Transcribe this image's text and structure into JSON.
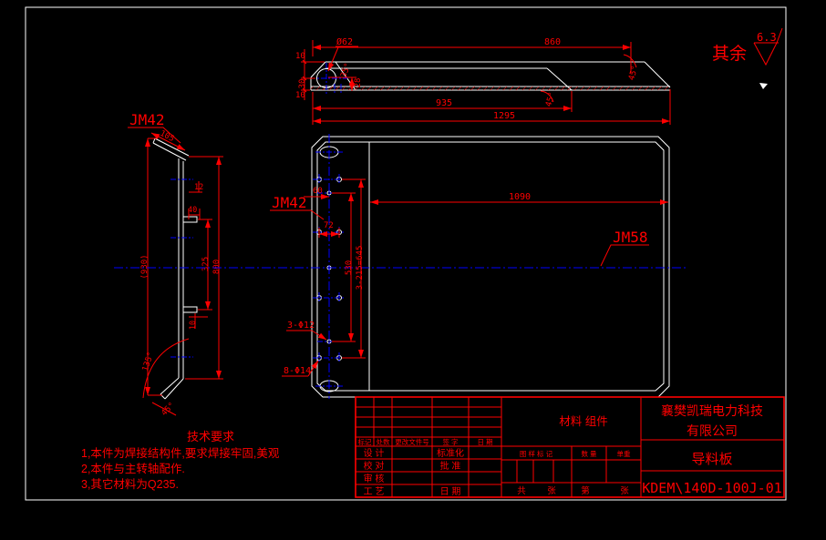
{
  "colors": {
    "bg": "#000000",
    "outline": "#ffffff",
    "dimension": "#ff0000",
    "centerline": "#0000ff"
  },
  "surface_note": {
    "prefix": "其余",
    "roughness": "6.3"
  },
  "top_view": {
    "dims": {
      "dia62": "Ø62",
      "d860": "860",
      "d935": "935",
      "d1295": "1295",
      "a35": "35°",
      "d28": "28",
      "d10a": "10",
      "d30": "30",
      "d10b": "10",
      "a45r": "45°",
      "a45m": "45°"
    }
  },
  "side_view": {
    "label": "JM42",
    "dims": {
      "d105": "105",
      "d12": "12",
      "d40": "40",
      "d10": "10",
      "d930": "(930)",
      "d325": "325",
      "d800": "800",
      "a135": "135°",
      "a45": "45°"
    }
  },
  "main_view": {
    "label_jm42": "JM42",
    "label_jm58": "JM58",
    "holes_center": "3-Φ12",
    "holes_outer": "8-Φ14",
    "dims": {
      "d60": "60",
      "d72": "72",
      "d530": "530",
      "d645": "3-215=645",
      "d1090": "1090"
    }
  },
  "tech_req": {
    "title": "技术要求",
    "item1": "1,本件为焊接结构件,要求焊接牢固,美观",
    "item2": "2,本件与主转轴配作.",
    "item3": "3,其它材料为Q235."
  },
  "title_block": {
    "company_line1": "襄樊凯瑞电力科技",
    "company_line2": "有限公司",
    "part_name": "导料板",
    "drawing_no": "KDEM\\140D-100J-01",
    "material": "材料 组件",
    "rev": {
      "h0": "标记",
      "h1": "处数",
      "h2": "更改文件号",
      "h3": "签  字",
      "h4": "日  期"
    },
    "roles": {
      "design": "设 计",
      "proof": "校 对",
      "review": "审 核",
      "craft": "工 艺",
      "standard": "标准化",
      "approve": "批 准",
      "date": "日 期"
    },
    "mid": {
      "h0": "图 样 标 记",
      "h1": "数 量",
      "h2": "单重"
    },
    "sheet": {
      "total": "共",
      "sheet1": "张",
      "no": "第",
      "sheet2": "张"
    }
  }
}
